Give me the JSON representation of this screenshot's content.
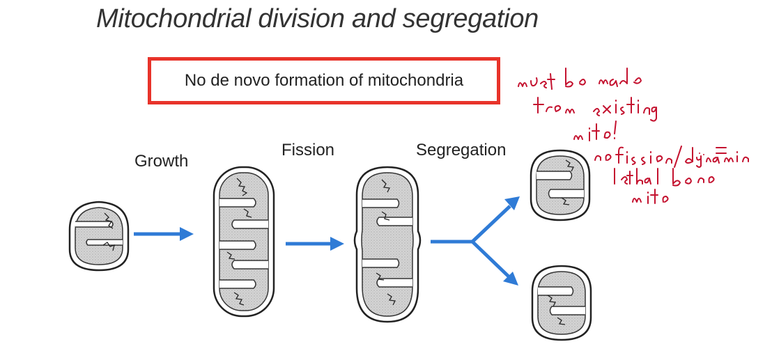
{
  "title": "Mitochondrial division and segregation",
  "callout": {
    "text": "No de novo formation of mitochondria",
    "border_color": "#e8332a"
  },
  "stages": {
    "growth": "Growth",
    "fission": "Fission",
    "segregation": "Segregation"
  },
  "colors": {
    "arrow": "#2f7bd6",
    "mito_outline": "#222222",
    "matrix": "#d2d2d2",
    "annotation": "#c4122f"
  },
  "handwritten_note": {
    "lines": [
      "must be made",
      "from existing",
      "mito!",
      "no fission/dynamin =",
      "lethal be no",
      "mito"
    ]
  }
}
